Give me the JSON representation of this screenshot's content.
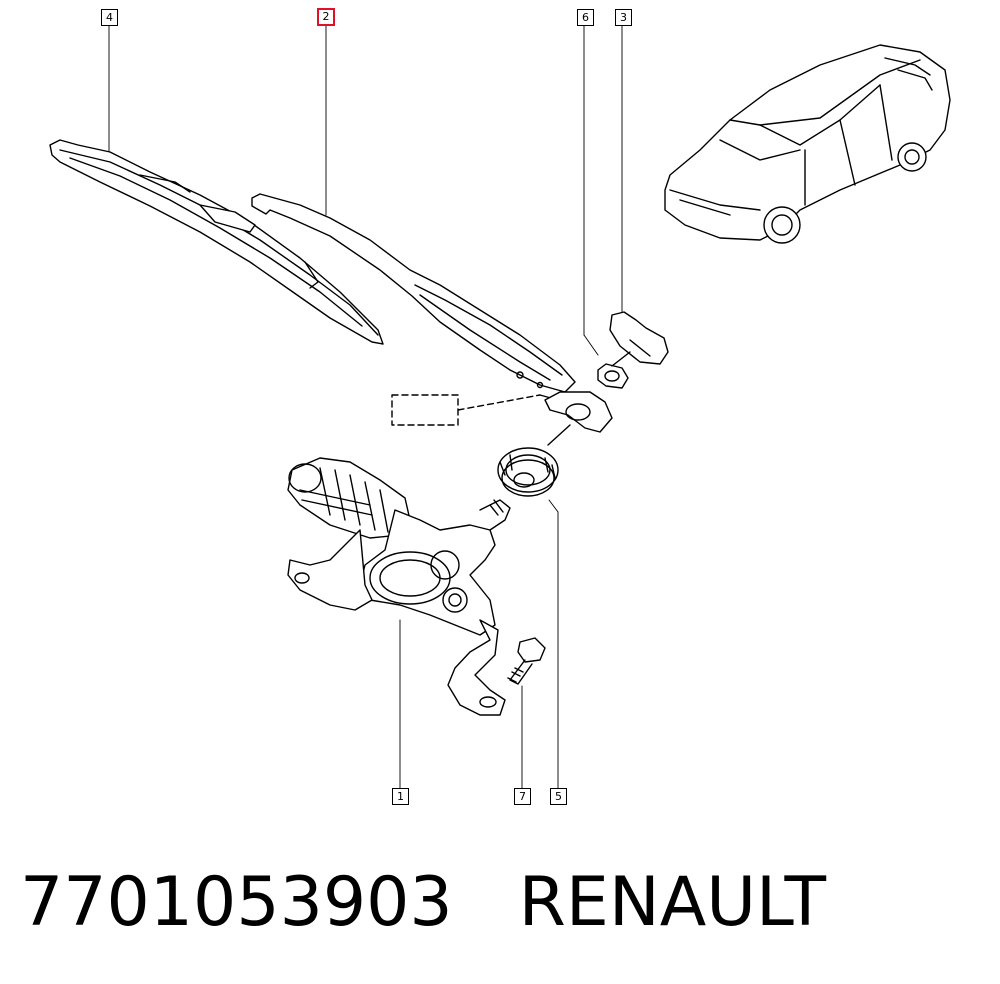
{
  "callouts": {
    "c1": "1",
    "c2": "2",
    "c3": "3",
    "c4": "4",
    "c5": "5",
    "c6": "6",
    "c7": "7"
  },
  "highlight_color": "#e0102a",
  "part_number": "7701053903",
  "brand": "RENAULT"
}
